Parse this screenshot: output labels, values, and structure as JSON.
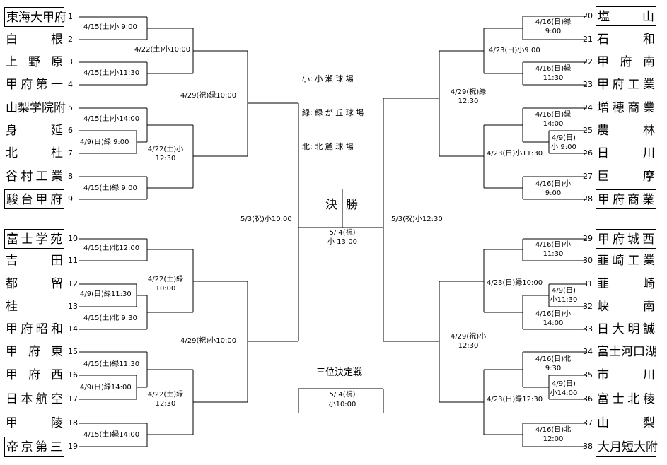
{
  "legend": [
    "小: 小 瀬 球 場",
    "緑: 緑 が 丘 球 場",
    "北: 北 麓 球 場"
  ],
  "final": {
    "title_left": "決",
    "title_right": "勝",
    "date": "5/ 4(祝)",
    "venue": "小 13:00"
  },
  "third_place": {
    "title": "三位決定戦",
    "date": "5/ 4(祝)",
    "venue": "小10:00"
  },
  "teams": [
    {
      "num": "1",
      "name": "東海大甲府",
      "seed": true
    },
    {
      "num": "2",
      "name": "白根",
      "seed": false
    },
    {
      "num": "3",
      "name": "上野原",
      "seed": false
    },
    {
      "num": "4",
      "name": "甲府第一",
      "seed": false
    },
    {
      "num": "5",
      "name": "山梨学院附",
      "seed": false
    },
    {
      "num": "6",
      "name": "身延",
      "seed": false
    },
    {
      "num": "7",
      "name": "北杜",
      "seed": false
    },
    {
      "num": "8",
      "name": "谷村工業",
      "seed": false
    },
    {
      "num": "9",
      "name": "駿台甲府",
      "seed": true
    },
    {
      "num": "10",
      "name": "富士学苑",
      "seed": true
    },
    {
      "num": "11",
      "name": "吉田",
      "seed": false
    },
    {
      "num": "12",
      "name": "都留",
      "seed": false
    },
    {
      "num": "13",
      "name": "桂",
      "seed": false
    },
    {
      "num": "14",
      "name": "甲府昭和",
      "seed": false
    },
    {
      "num": "15",
      "name": "甲府東",
      "seed": false
    },
    {
      "num": "16",
      "name": "甲府西",
      "seed": false
    },
    {
      "num": "17",
      "name": "日本航空",
      "seed": false
    },
    {
      "num": "18",
      "name": "甲陵",
      "seed": false
    },
    {
      "num": "19",
      "name": "帝京第三",
      "seed": true
    },
    {
      "num": "20",
      "name": "塩山",
      "seed": true
    },
    {
      "num": "21",
      "name": "石和",
      "seed": false
    },
    {
      "num": "22",
      "name": "甲府南",
      "seed": false
    },
    {
      "num": "23",
      "name": "甲府工業",
      "seed": false
    },
    {
      "num": "24",
      "name": "増穂商業",
      "seed": false
    },
    {
      "num": "25",
      "name": "農林",
      "seed": false
    },
    {
      "num": "26",
      "name": "日川",
      "seed": false
    },
    {
      "num": "27",
      "name": "巨摩",
      "seed": false
    },
    {
      "num": "28",
      "name": "甲府商業",
      "seed": true
    },
    {
      "num": "29",
      "name": "甲府城西",
      "seed": true
    },
    {
      "num": "30",
      "name": "韮崎工業",
      "seed": false
    },
    {
      "num": "31",
      "name": "韮崎",
      "seed": false
    },
    {
      "num": "32",
      "name": "峡南",
      "seed": false
    },
    {
      "num": "33",
      "name": "日大明誠",
      "seed": false
    },
    {
      "num": "34",
      "name": "富士河口湖",
      "seed": false
    },
    {
      "num": "35",
      "name": "市川",
      "seed": false
    },
    {
      "num": "36",
      "name": "富士北稜",
      "seed": false
    },
    {
      "num": "37",
      "name": "山梨",
      "seed": false
    },
    {
      "num": "38",
      "name": "大月短大附",
      "seed": true
    }
  ],
  "matches": {
    "m_1_2": [
      "4/15(土)小 9:00"
    ],
    "m_3_4": [
      "4/15(土)小11:30"
    ],
    "m_6_7": [
      "4/9(日)緑 9:00"
    ],
    "m_5_67": [
      "4/15(土)小14:00"
    ],
    "m_8_9": [
      "4/15(土)緑 9:00"
    ],
    "r2_a": [
      "4/22(土)小10:00"
    ],
    "r2_b": [
      "4/22(土)小",
      "12:30"
    ],
    "qf_a": [
      "4/29(祝)緑10:00"
    ],
    "sf_left": [
      "5/3(祝)小10:00"
    ],
    "m_10_11": [
      "4/15(土)北12:00"
    ],
    "m_12_13": [
      "4/9(日)緑11:30"
    ],
    "m_14": [
      "4/15(土)北 9:30"
    ],
    "m_16_17": [
      "4/9(日)緑14:00"
    ],
    "m_15": [
      "4/15(土)緑11:30"
    ],
    "m_18_19": [
      "4/15(土)緑14:00"
    ],
    "r2_c": [
      "4/22(土)緑",
      "10:00"
    ],
    "r2_d": [
      "4/22(土)緑",
      "12:30"
    ],
    "qf_b": [
      "4/29(祝)小10:00"
    ],
    "m_20_21": [
      "4/16(日)緑",
      "9:00"
    ],
    "m_22_23": [
      "4/16(日)緑",
      "11:30"
    ],
    "r2_e": [
      "4/23(日)小9:00"
    ],
    "m_24": [
      "4/16(日)緑",
      "14:00"
    ],
    "m_25_26": [
      "4/9(日)",
      "小 9:00"
    ],
    "r2_f": [
      "4/23(日)小11:30"
    ],
    "m_27_28": [
      "4/16(日)小",
      "9:00"
    ],
    "qf_c": [
      "4/29(祝)緑",
      "12:30"
    ],
    "sf_right": [
      "5/3(祝)小12:30"
    ],
    "m_29_30": [
      "4/16(日)小",
      "11:30"
    ],
    "m_31_32": [
      "4/9(日)",
      "小11:30"
    ],
    "m_33": [
      "4/16(日)小",
      "14:00"
    ],
    "r2_g": [
      "4/23(日)緑10:00"
    ],
    "m_34": [
      "4/16(日)北",
      "9:30"
    ],
    "m_35_36": [
      "4/9(日)",
      "小14:00"
    ],
    "r2_h": [
      "4/23(日)緑12:30"
    ],
    "m_37_38": [
      "4/16(日)北",
      "12:00"
    ],
    "qf_d": [
      "4/29(祝)小",
      "12:30"
    ]
  }
}
